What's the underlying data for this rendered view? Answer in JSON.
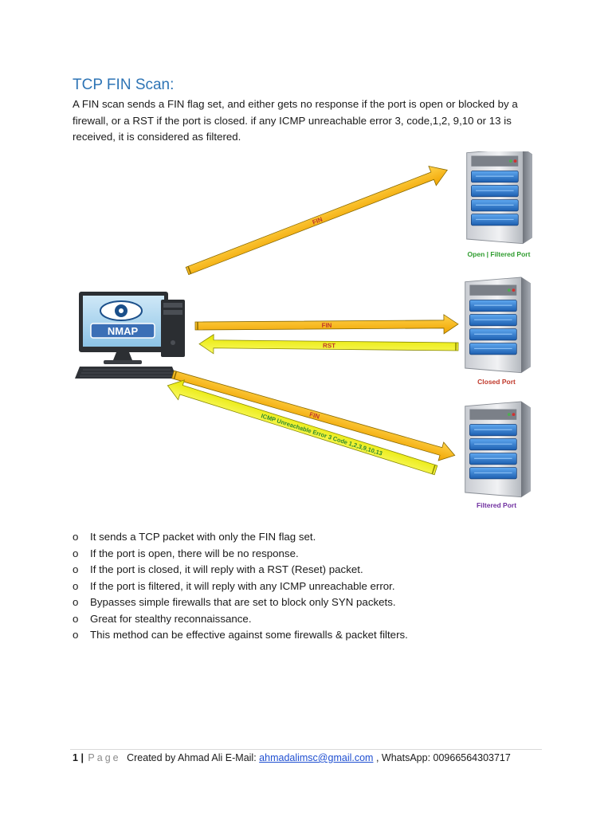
{
  "heading": "TCP FIN Scan:",
  "intro": "A FIN scan sends a FIN flag set, and either gets no response if the port is open or blocked by a firewall, or a RST if the port is closed. if any ICMP unreachable error 3, code,1,2, 9,10 or 13 is received, it is considered as filtered.",
  "diagram": {
    "client_logo_text": "NMAP",
    "arrows": {
      "fin_open": "FIN",
      "fin_closed": "FIN",
      "rst_closed": "RST",
      "fin_filtered": "FIN",
      "icmp_filtered": "ICMP Unreachable Error 3 Code 1,2,3,9,10,13"
    },
    "servers": {
      "open_label": "Open | Filtered Port",
      "closed_label": "Closed Port",
      "filtered_label": "Filtered Port"
    },
    "colors": {
      "fin_arrow": "#f5b400",
      "rst_arrow": "#f2f200",
      "open_label": "#2e9c2e",
      "closed_label": "#c0392b",
      "filtered_label": "#7030a0"
    }
  },
  "bullet_marker": "o",
  "bullets": [
    "It sends a TCP packet with only the FIN flag set.",
    "If the port is open, there will be no response.",
    "If the port is closed, it will reply with a RST (Reset) packet.",
    "If the port is filtered, it will reply with any ICMP unreachable error.",
    "Bypasses simple firewalls that are set to block only SYN packets.",
    "Great for stealthy reconnaissance.",
    "This method can be effective against some firewalls & packet filters."
  ],
  "footer": {
    "page_number": "1",
    "separator": "|",
    "page_label": "Page",
    "created_by": "Created by Ahmad Ali E-Mail:",
    "email": "ahmadalimsc@gmail.com",
    "whatsapp": ", WhatsApp: 00966564303717"
  }
}
